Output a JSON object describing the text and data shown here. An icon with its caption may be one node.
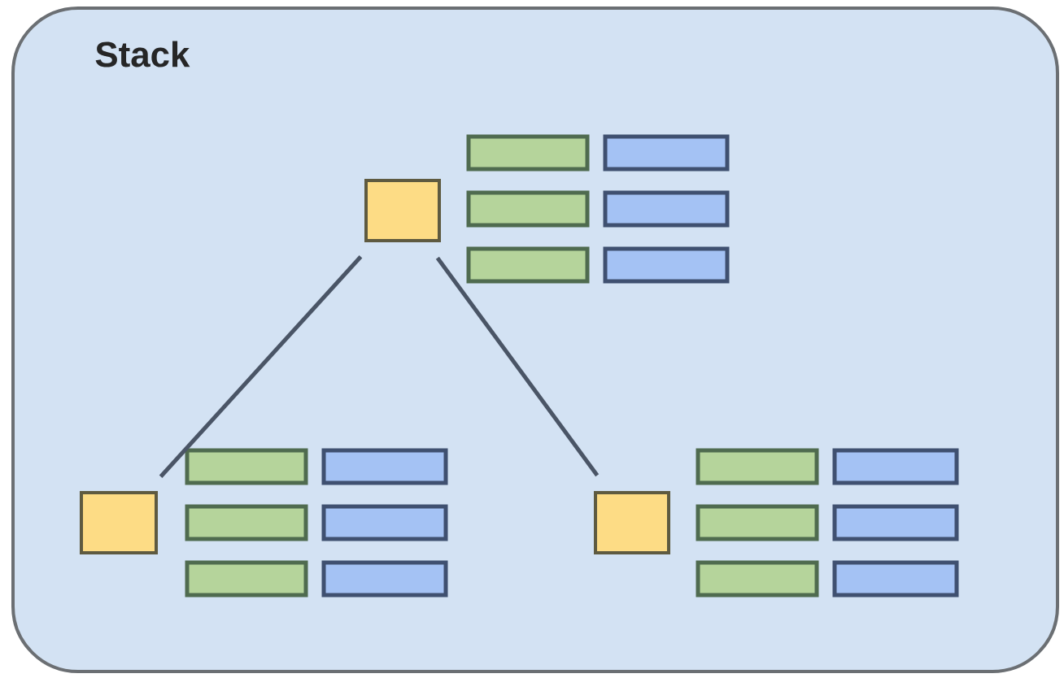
{
  "diagram": {
    "nodes": [
      {
        "text": [
          "Stack"
        ]
      },
      {
        "text": [],
        "shape": "box",
        "in": 0
      },
      {
        "text": [],
        "shape": "box",
        "in": 0
      },
      {
        "text": [],
        "shape": "box",
        "in": 0
      }
    ],
    "edges": [
      {
        "from": 1,
        "to": 2,
        "arrow": "none"
      },
      {
        "from": 1,
        "to": 3,
        "arrow": "none"
      }
    ]
  }
}
